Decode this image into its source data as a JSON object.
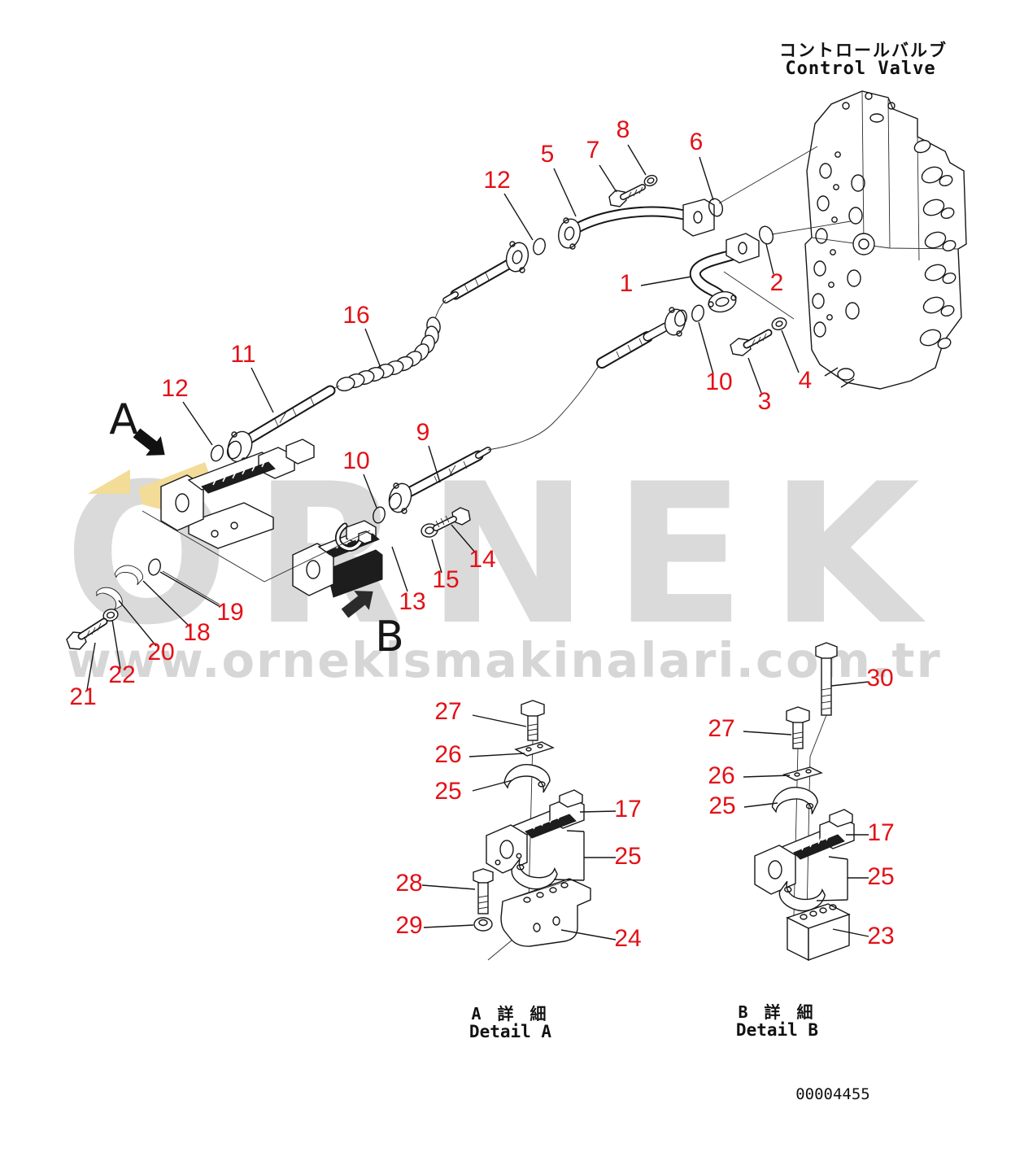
{
  "header": {
    "title_jp": "コントロールバルブ",
    "title_en": "Control Valve"
  },
  "watermark": {
    "brand": "ORNEK",
    "url": "www.ornekismakinalari.com.tr"
  },
  "view_markers": {
    "a": "A",
    "b": "B"
  },
  "captions": {
    "detail_a_jp": "A 詳 細",
    "detail_a_en": "Detail A",
    "detail_b_jp": "B 詳 細",
    "detail_b_en": "Detail B",
    "doc_number": "00004455"
  },
  "colors": {
    "callout_red": "#e21117",
    "watermark_gray": "#dadada",
    "highlight_yellow": "#f3dc98",
    "line_black": "#161616"
  },
  "callouts": [
    {
      "label": "12"
    },
    {
      "label": "5"
    },
    {
      "label": "7"
    },
    {
      "label": "8"
    },
    {
      "label": "6"
    },
    {
      "label": "1"
    },
    {
      "label": "2"
    },
    {
      "label": "16"
    },
    {
      "label": "11"
    },
    {
      "label": "12"
    },
    {
      "label": "10"
    },
    {
      "label": "3"
    },
    {
      "label": "4"
    },
    {
      "label": "9"
    },
    {
      "label": "10"
    },
    {
      "label": "14"
    },
    {
      "label": "15"
    },
    {
      "label": "13"
    },
    {
      "label": "19"
    },
    {
      "label": "18"
    },
    {
      "label": "20"
    },
    {
      "label": "22"
    },
    {
      "label": "21"
    },
    {
      "label": "27"
    },
    {
      "label": "26"
    },
    {
      "label": "25"
    },
    {
      "label": "17"
    },
    {
      "label": "25"
    },
    {
      "label": "28"
    },
    {
      "label": "29"
    },
    {
      "label": "24"
    },
    {
      "label": "30"
    },
    {
      "label": "27"
    },
    {
      "label": "26"
    },
    {
      "label": "25"
    },
    {
      "label": "17"
    },
    {
      "label": "25"
    },
    {
      "label": "23"
    }
  ]
}
